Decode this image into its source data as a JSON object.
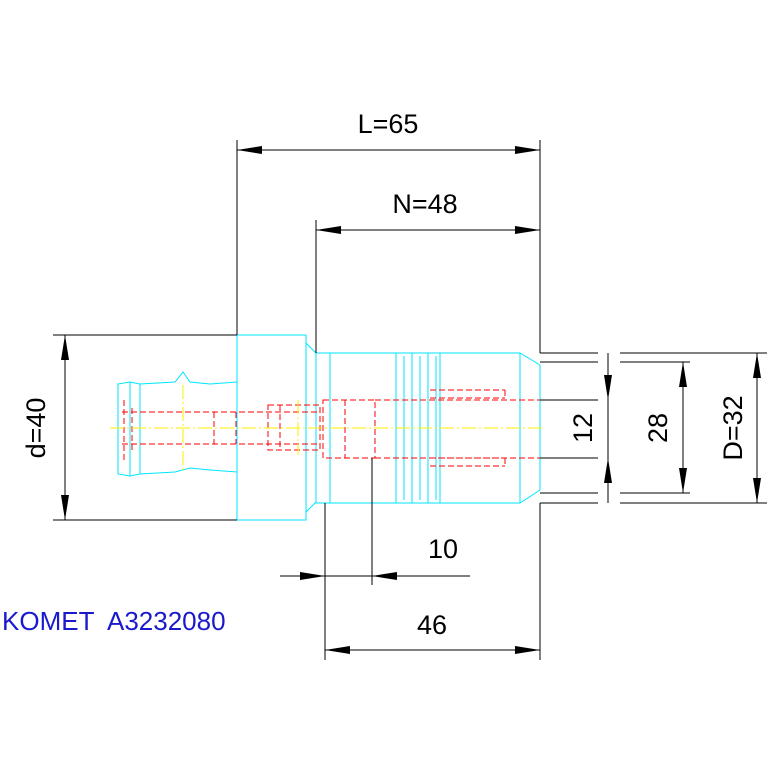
{
  "drawing": {
    "dimensions": {
      "overall_length": "L=65",
      "n_length": "N=48",
      "d_diameter": "d=40",
      "bore": "12",
      "thread_diameter": "28",
      "outer_diameter": "D=32",
      "offset": "10",
      "depth": "46"
    },
    "caption": "KOMET  A3232080",
    "colors": {
      "part_outline": "#00e5ff",
      "hidden_lines": "#ff0000",
      "center_line": "#ffee00",
      "dimension_lines": "#000000",
      "caption": "#1a1acc"
    }
  }
}
